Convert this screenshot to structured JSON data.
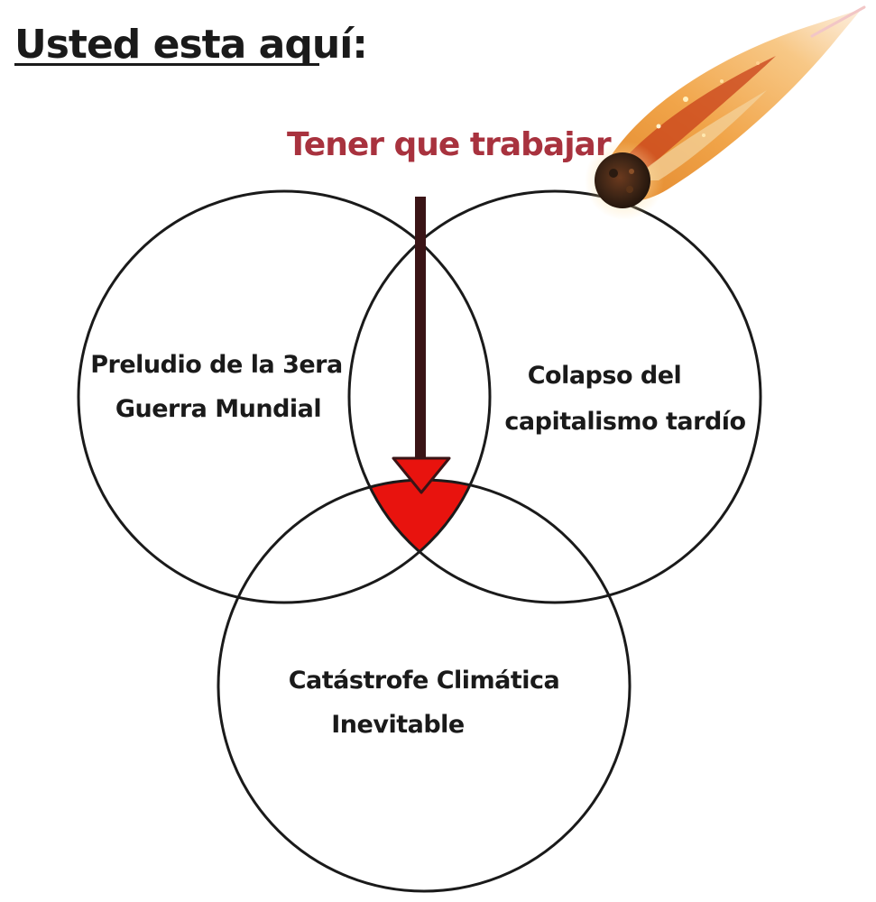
{
  "title": "Usted esta aquí:",
  "pointer": {
    "label": "Tener que trabajar",
    "color": "#a8323e"
  },
  "circles": {
    "left": {
      "line1": "Preludio de la 3era",
      "line2": "Guerra Mundial"
    },
    "right": {
      "line1": "Colapso del",
      "line2": "capitalismo tardío"
    },
    "bottom": {
      "line1": "Catástrofe Climática",
      "line2": "Inevitable"
    }
  },
  "highlight_color": "#e8130e",
  "meteor_icon": "meteor-icon"
}
